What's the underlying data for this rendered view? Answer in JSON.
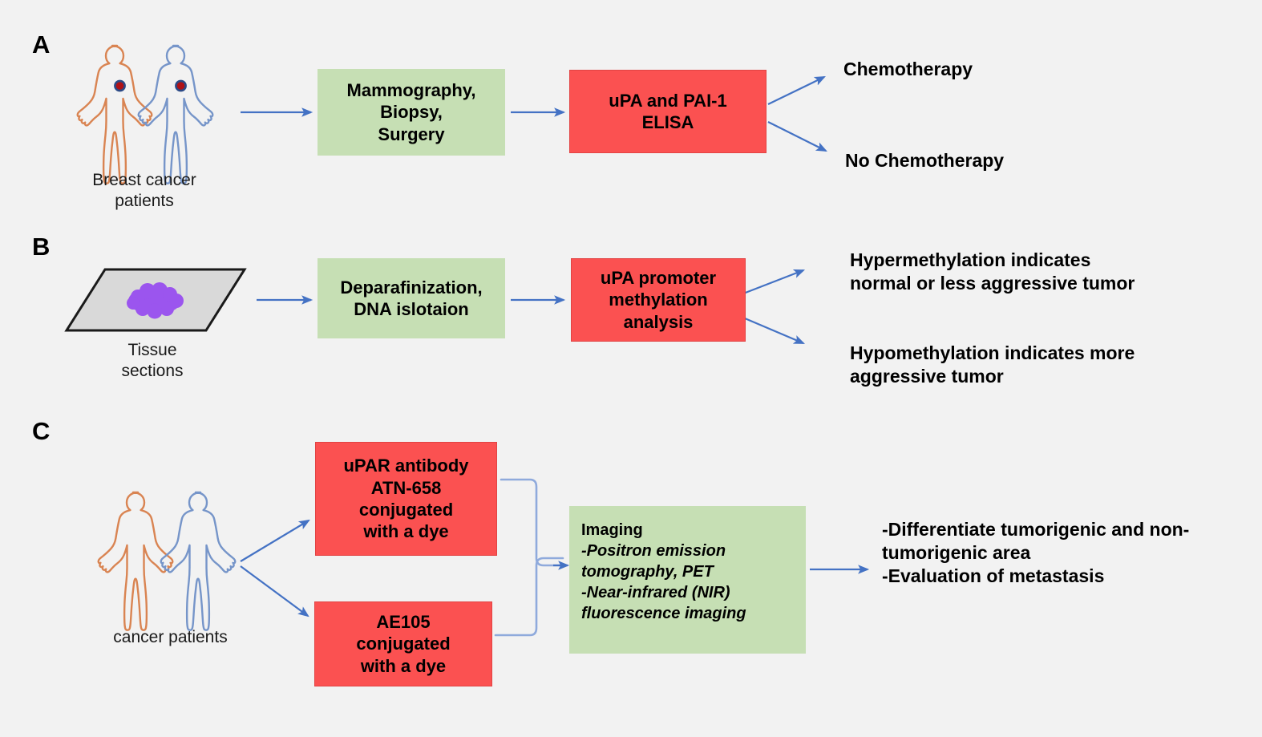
{
  "figure": {
    "background_color": "#f2f2f2",
    "accent_arrow_color": "#4472c4",
    "bracket_color": "#8faadc",
    "box_green_color": "#c6dfb4",
    "box_red_color": "#fb5151",
    "figure_orange_color": "#d98452",
    "figure_blue_color": "#7695c9",
    "tumor_dot_color": "#b01116",
    "tissue_fill_color": "#d9d9d9",
    "tissue_blob_color": "#9b55ee"
  },
  "panels": [
    {
      "id": "A",
      "letter": "A",
      "icon": {
        "name": "breast-cancer-patients-icon",
        "caption_lines": [
          "Breast cancer",
          "patients"
        ]
      },
      "steps": [
        {
          "name": "box-mammography",
          "color": "green",
          "lines": [
            "Mammography,",
            "Biopsy,",
            "Surgery"
          ]
        },
        {
          "name": "box-upa-pai1-elisa",
          "color": "red",
          "lines": [
            "uPA and PAI-1",
            "ELISA"
          ]
        }
      ],
      "outcomes": [
        {
          "name": "outcome-chemotherapy",
          "lines": [
            "Chemotherapy"
          ]
        },
        {
          "name": "outcome-no-chemotherapy",
          "lines": [
            "No Chemotherapy"
          ]
        }
      ]
    },
    {
      "id": "B",
      "letter": "B",
      "icon": {
        "name": "tissue-section-icon",
        "caption_lines": [
          "Tissue",
          "sections"
        ]
      },
      "steps": [
        {
          "name": "box-deparafinization",
          "color": "green",
          "lines": [
            "Deparafinization,",
            "DNA islotaion"
          ]
        },
        {
          "name": "box-upa-promoter-methylation",
          "color": "red",
          "lines": [
            "uPA promoter",
            "methylation",
            "analysis"
          ]
        }
      ],
      "outcomes": [
        {
          "name": "outcome-hypermethylation",
          "lines": [
            "Hypermethylation indicates",
            "normal or less aggressive tumor"
          ]
        },
        {
          "name": "outcome-hypomethylation",
          "lines": [
            "Hypomethylation indicates more",
            "aggressive tumor"
          ]
        }
      ]
    },
    {
      "id": "C",
      "letter": "C",
      "icon": {
        "name": "cancer-patients-icon",
        "caption_lines": [
          "cancer patients"
        ]
      },
      "steps": [
        {
          "name": "box-upar-antibody-atn658",
          "color": "red",
          "lines": [
            "uPAR antibody",
            "ATN-658",
            "conjugated",
            "with a dye"
          ]
        },
        {
          "name": "box-ae105-conjugated",
          "color": "red",
          "lines": [
            "AE105",
            "conjugated",
            "with a dye"
          ]
        },
        {
          "name": "box-imaging",
          "color": "green",
          "title": "Imaging",
          "italic_lines": [
            "-Positron emission",
            "tomography, PET",
            "-Near-infrared (NIR)",
            "fluorescence imaging"
          ]
        }
      ],
      "outcomes": [
        {
          "name": "outcome-imaging-results",
          "lines": [
            "-Differentiate tumorigenic and non-",
            "tumorigenic area",
            "-Evaluation of metastasis"
          ]
        }
      ]
    }
  ]
}
